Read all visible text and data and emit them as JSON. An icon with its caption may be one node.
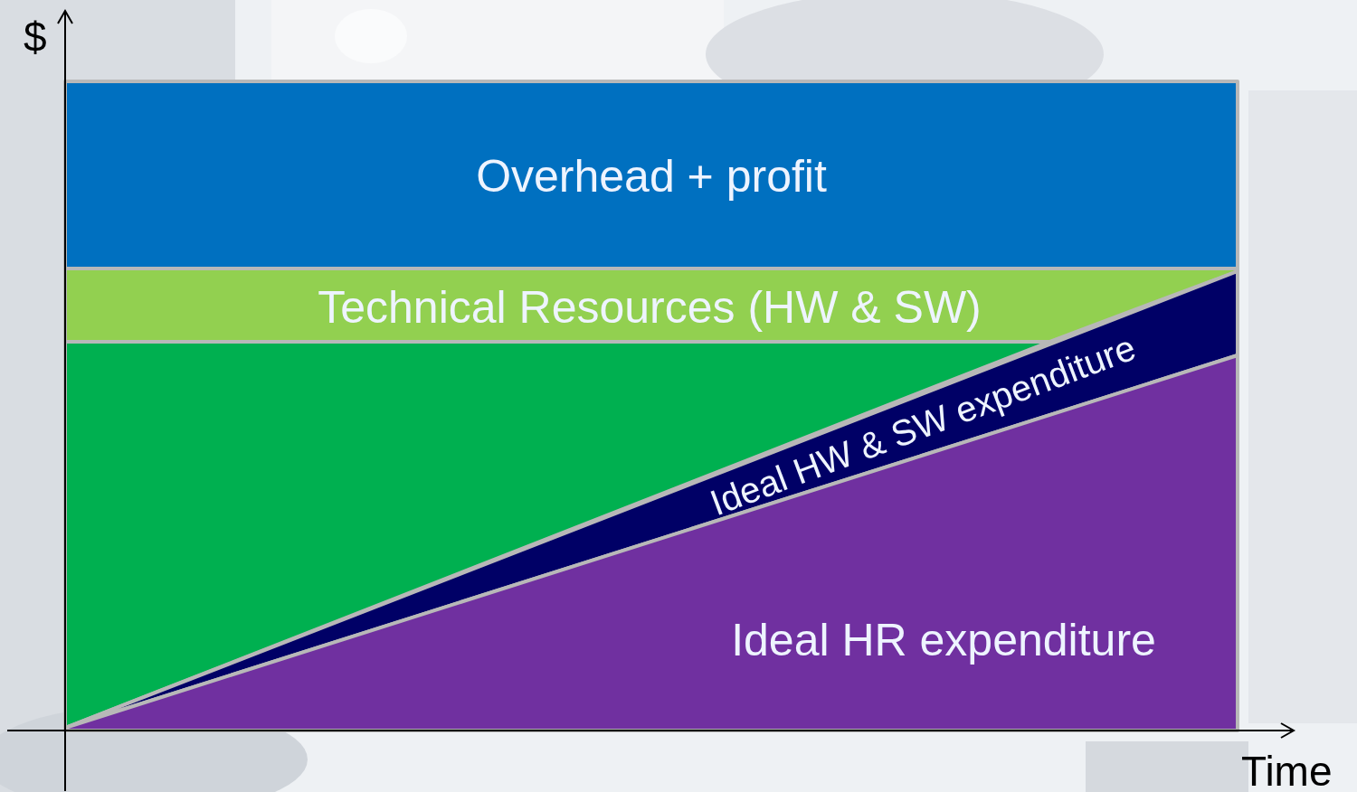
{
  "diagram": {
    "nodes": [
      {
        "text": [
          "Overhead + profit"
        ]
      },
      {
        "text": [
          "Technical Resources (HW & SW)"
        ]
      },
      {
        "text": [],
        "shape": "box"
      },
      {
        "text": [
          "Ideal HW & SW expenditure"
        ]
      },
      {
        "text": [
          "Ideal HR expenditure"
        ]
      }
    ],
    "labels": [
      "$",
      "Time"
    ]
  }
}
